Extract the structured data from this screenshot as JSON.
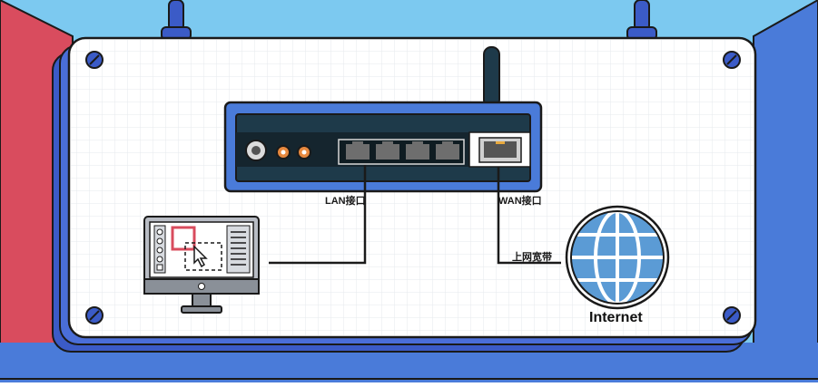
{
  "labels": {
    "lan_port": "LAN接口",
    "wan_port": "WAN接口",
    "broadband": "上网宽带",
    "internet": "Internet"
  },
  "colors": {
    "sky": "#7cc9f0",
    "left_wall": "#d94c5e",
    "right_wall": "#4a7bd9",
    "floor": "#4a7bd9",
    "board": "#ffffff",
    "board_shadow": "#4a6ed8",
    "router_frame": "#4a7bd9",
    "router_body": "#1e3a4a",
    "port_gray": "#6e6e6e",
    "accent_orange": "#e8893e",
    "globe": "#5b9bd5",
    "line": "#1a1a1a"
  },
  "icons": [
    "screw-icon",
    "antenna-icon",
    "power-jack-icon",
    "lan-port-icon",
    "wan-port-icon",
    "monitor-icon",
    "cursor-icon",
    "globe-icon",
    "hanger-icon"
  ]
}
